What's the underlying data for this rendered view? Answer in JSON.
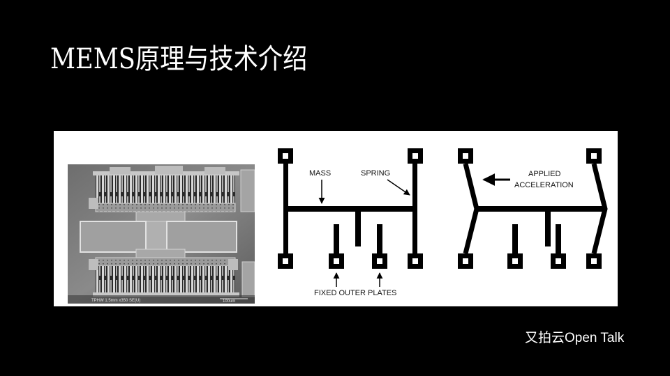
{
  "slide": {
    "title": "MEMS原理与技术介绍",
    "footer": "又拍云Open Talk"
  },
  "figure": {
    "sem_caption": "TPHW 1.5mm x350 SE(U)",
    "sem_scale": "100um",
    "labels": {
      "mass": "MASS",
      "spring": "SPRING",
      "fixed_outer_plates": "FIXED OUTER PLATES",
      "applied": "APPLIED",
      "acceleration": "ACCELERATION"
    }
  },
  "colors": {
    "background": "#000000",
    "panel": "#ffffff",
    "ink": "#000000"
  }
}
